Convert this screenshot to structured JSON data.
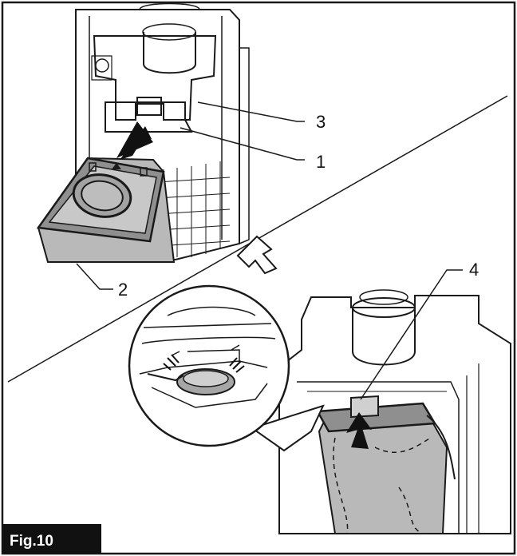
{
  "figure": {
    "label": "Fig.10",
    "callouts": [
      {
        "id": "1",
        "text": "1"
      },
      {
        "id": "2",
        "text": "2"
      },
      {
        "id": "3",
        "text": "3"
      },
      {
        "id": "4",
        "text": "4"
      }
    ]
  },
  "colors": {
    "line": "#1a1a1a",
    "bag_fill": "#b9b9b9",
    "bag_dark": "#8f8f8f",
    "arrow": "#111111",
    "label_bg": "#111111"
  }
}
